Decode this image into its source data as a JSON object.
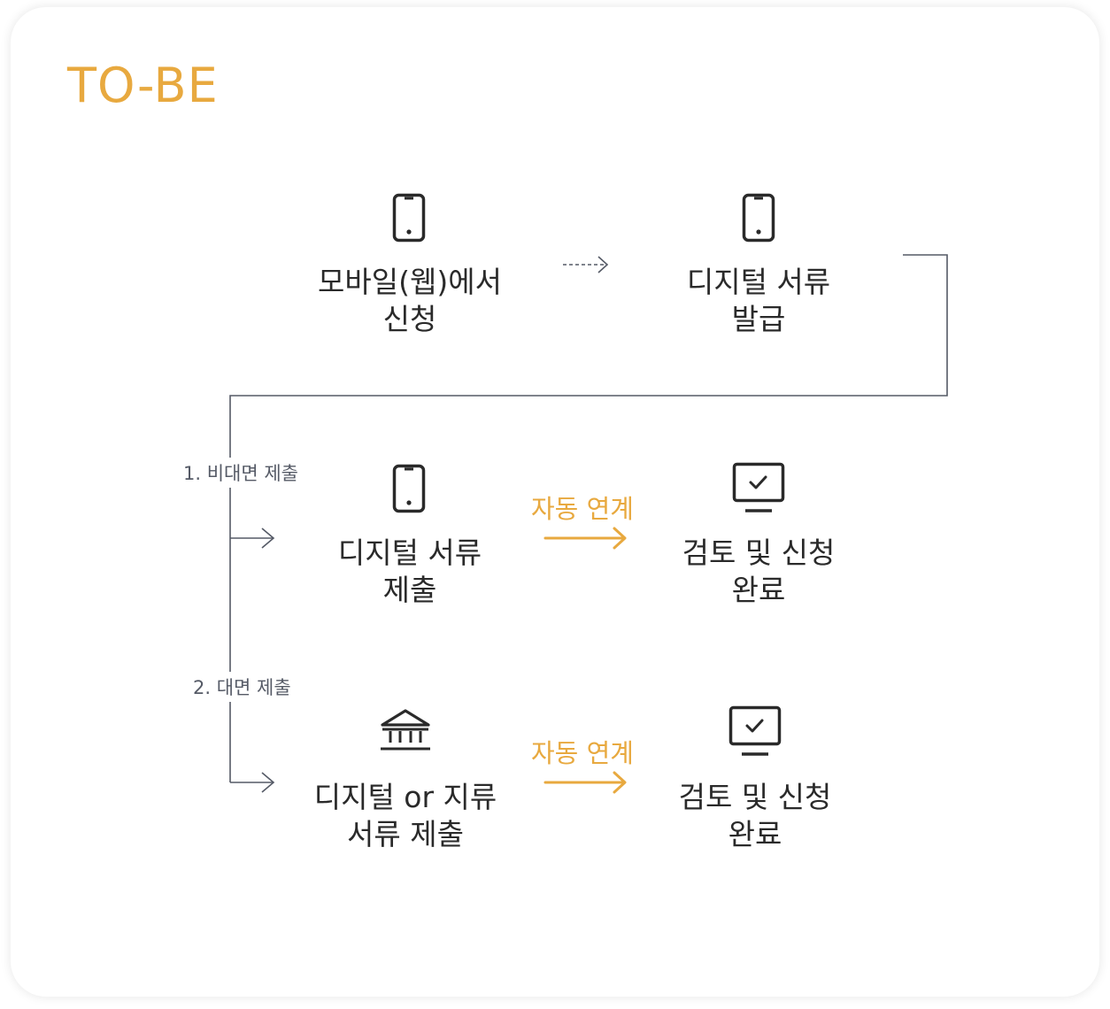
{
  "title": "TO-BE",
  "colors": {
    "accent": "#e8a93f",
    "text": "#2a2a2a",
    "line": "#555a66"
  },
  "row1": {
    "apply": {
      "icon": "mobile-phone-icon",
      "line1": "모바일(웹)에서",
      "line2": "신청"
    },
    "issue": {
      "icon": "mobile-phone-icon",
      "line1": "디지털 서류",
      "line2": "발급"
    }
  },
  "row2": {
    "branch_label": "1. 비대면 제출",
    "submit": {
      "icon": "mobile-phone-icon",
      "line1": "디지털 서류",
      "line2": "제출"
    },
    "link_label": "자동 연계",
    "complete": {
      "icon": "monitor-check-icon",
      "line1": "검토 및 신청",
      "line2": "완료"
    }
  },
  "row3": {
    "branch_label": "2. 대면 제출",
    "submit": {
      "icon": "bank-building-icon",
      "line1": "디지털 or 지류",
      "line2": "서류 제출"
    },
    "link_label": "자동 연계",
    "complete": {
      "icon": "monitor-check-icon",
      "line1": "검토 및 신청",
      "line2": "완료"
    }
  }
}
